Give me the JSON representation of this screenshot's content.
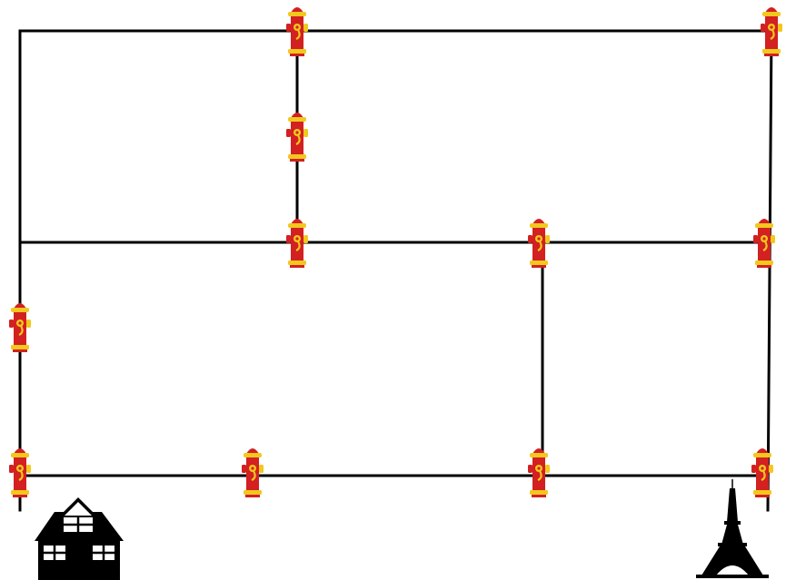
{
  "diagram": {
    "nodes": [
      {
        "id": "A",
        "icon": "fire-hydrant-icon"
      },
      {
        "id": "B",
        "icon": "fire-hydrant-icon"
      },
      {
        "id": "C",
        "icon": "fire-hydrant-icon"
      },
      {
        "id": "D",
        "icon": "fire-hydrant-icon"
      },
      {
        "id": "E",
        "icon": "fire-hydrant-icon"
      },
      {
        "id": "F",
        "icon": "fire-hydrant-icon"
      },
      {
        "id": "G",
        "icon": "fire-hydrant-icon"
      },
      {
        "id": "H",
        "icon": "fire-hydrant-icon"
      },
      {
        "id": "I",
        "icon": "fire-hydrant-icon"
      },
      {
        "id": "J",
        "icon": "fire-hydrant-icon"
      },
      {
        "id": "K",
        "icon": "fire-hydrant-icon"
      }
    ],
    "landmarks": [
      {
        "id": "house",
        "icon": "house-icon"
      },
      {
        "id": "tower",
        "icon": "eiffel-tower-icon"
      }
    ],
    "colors": {
      "line": "#000000",
      "hydrant_body": "#d32020",
      "hydrant_accent": "#f2c81e",
      "landmark": "#000000"
    }
  }
}
